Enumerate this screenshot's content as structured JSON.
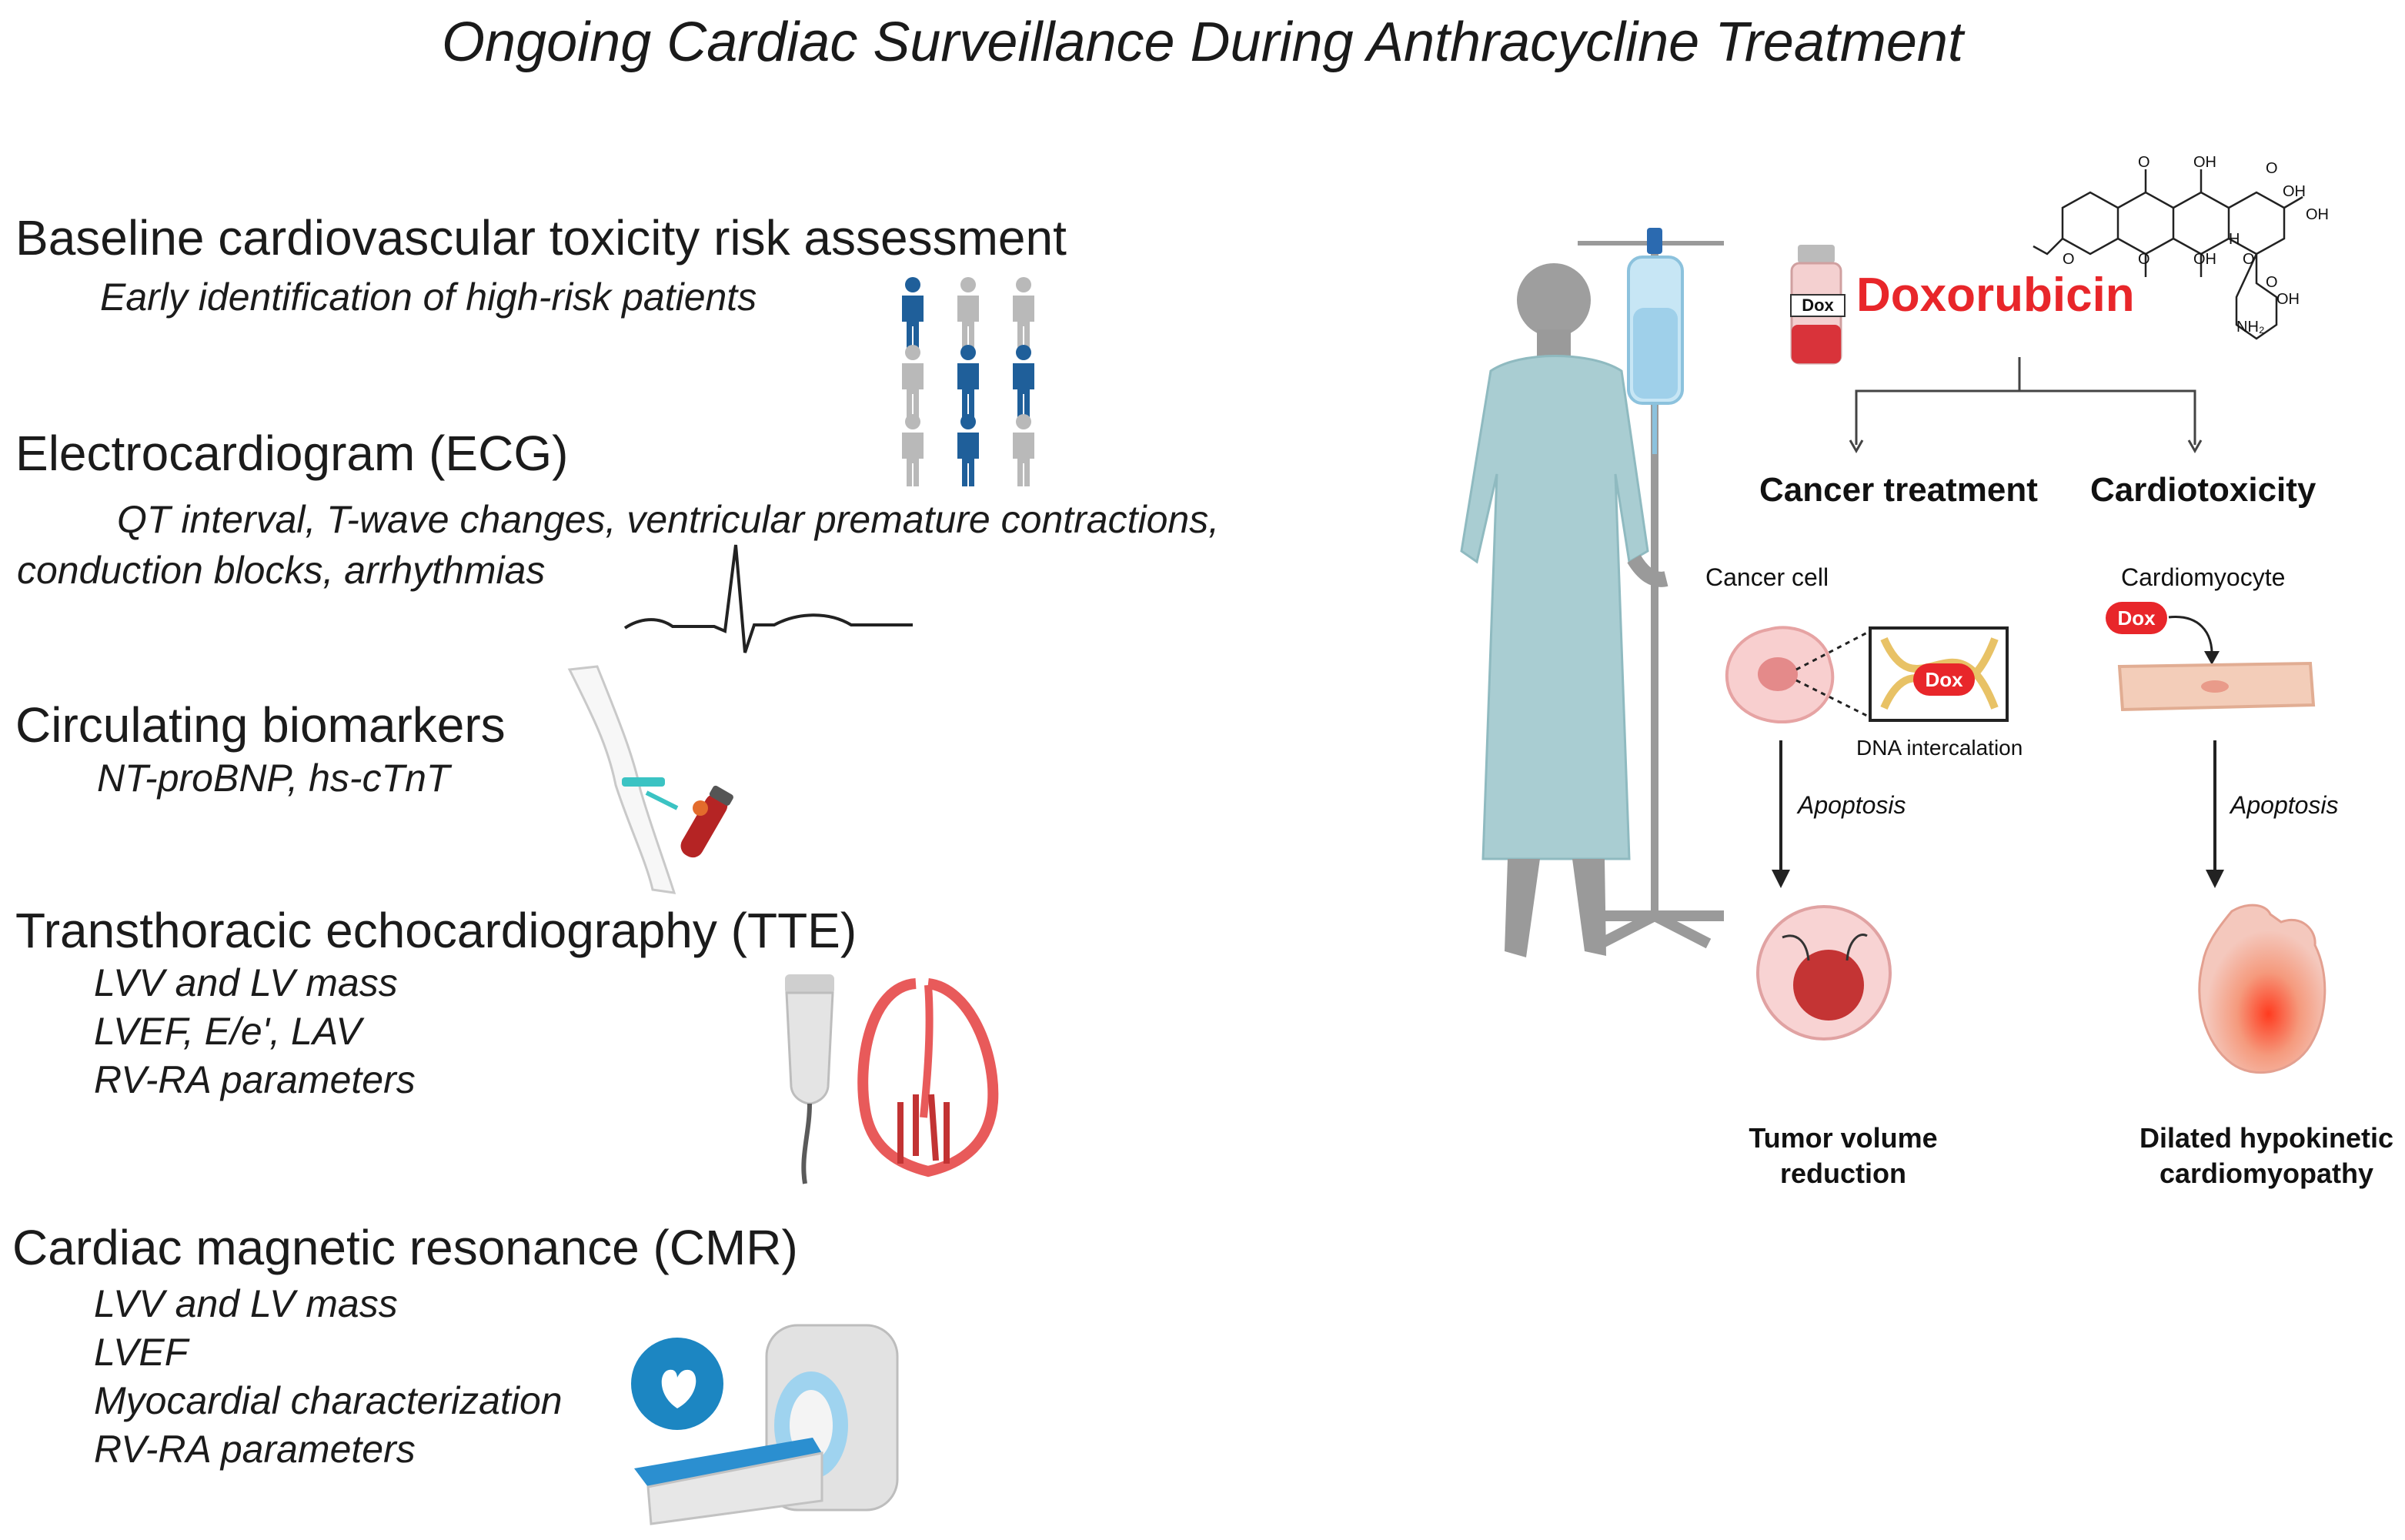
{
  "title": "Ongoing Cardiac Surveillance During Anthracycline Treatment",
  "sections": [
    {
      "heading": "Baseline cardiovascular toxicity risk assessment",
      "lines": [
        "Early identification of high-risk patients"
      ]
    },
    {
      "heading": "Electrocardiogram (ECG)",
      "lines": [
        "QT interval, T-wave changes, ventricular premature contractions,",
        "conduction blocks, arrhythmias"
      ]
    },
    {
      "heading": "Circulating biomarkers",
      "lines": [
        "NT-proBNP, hs-cTnT"
      ]
    },
    {
      "heading": "Transthoracic echocardiography (TTE)",
      "lines": [
        "LVV and LV mass",
        "LVEF, E/e', LAV",
        "RV-RA parameters"
      ]
    },
    {
      "heading": "Cardiac magnetic resonance (CMR)",
      "lines": [
        "LVV and LV mass",
        "LVEF",
        "Myocardial characterization",
        "RV-RA parameters"
      ]
    }
  ],
  "drug": {
    "name": "Doxorubicin",
    "vial_label": "Dox",
    "color": "#e8262a"
  },
  "molecule_labels": {
    "o1": "O",
    "oh1": "OH",
    "o2": "O",
    "oh2": "OH",
    "oh3": "OH",
    "o3": "O",
    "o4": "O",
    "oh4": "OH",
    "o5": "O",
    "h": "H",
    "o6": "O",
    "oh5": "OH",
    "nh2": "NH₂"
  },
  "branches": {
    "left": {
      "title": "Cancer treatment",
      "cell_label": "Cancer cell",
      "dox_tag": "Dox",
      "inset_label": "DNA intercalation",
      "arrow_label": "Apoptosis",
      "outcome": [
        "Tumor volume",
        "reduction"
      ]
    },
    "right": {
      "title": "Cardiotoxicity",
      "cell_label": "Cardiomyocyte",
      "dox_tag": "Dox",
      "arrow_label": "Apoptosis",
      "outcome": [
        "Dilated hypokinetic",
        "cardiomyopathy"
      ]
    }
  },
  "colors": {
    "risk_high": "#1f5f9a",
    "risk_low": "#b9b9b9",
    "gown": "#a9cdd2",
    "heart": "#e85a5a"
  }
}
